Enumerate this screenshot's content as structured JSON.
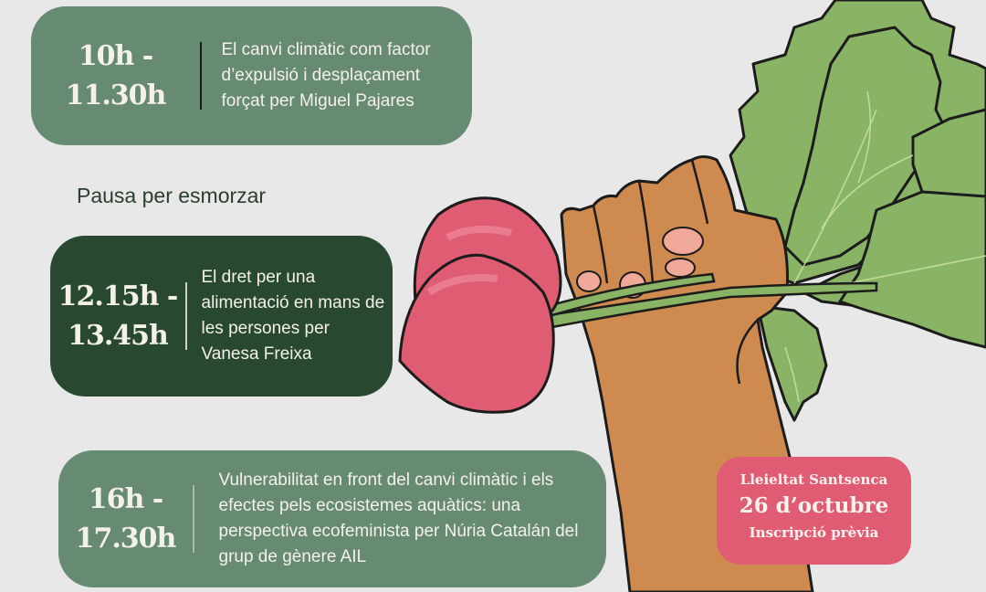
{
  "schedule": [
    {
      "time_start": "10h -",
      "time_end": "11.30h",
      "description": "El canvi climàtic com factor d’expulsió i desplaçament forçat per Miguel Pajares",
      "bg_color": "#678a72"
    },
    {
      "time_start": "12.15h -",
      "time_end": "13.45h",
      "description": "El dret per una alimentació en mans de les persones per Vanesa Freixa",
      "bg_color": "#284830"
    },
    {
      "time_start": "16h -",
      "time_end": "17.30h",
      "description": "Vulnerabilitat en front del canvi climàtic i els efectes pels ecosistemes aquàtics: una perspectiva ecofeminista per Núria Catalán del grup de gènere AIL",
      "bg_color": "#678a72"
    }
  ],
  "break": {
    "label": "Pausa per esmorzar"
  },
  "info_box": {
    "venue": "Lleieltat Santsenca",
    "date": "26 d’octubre",
    "note": "Inscripció prèvia",
    "bg_color": "#e05c73"
  },
  "illustration": {
    "subject": "hand-holding-radishes-icon",
    "colors": {
      "skin": "#cf8a4f",
      "radish": "#e05c73",
      "leaf": "#8ab465",
      "outline": "#1c1c1c"
    }
  }
}
